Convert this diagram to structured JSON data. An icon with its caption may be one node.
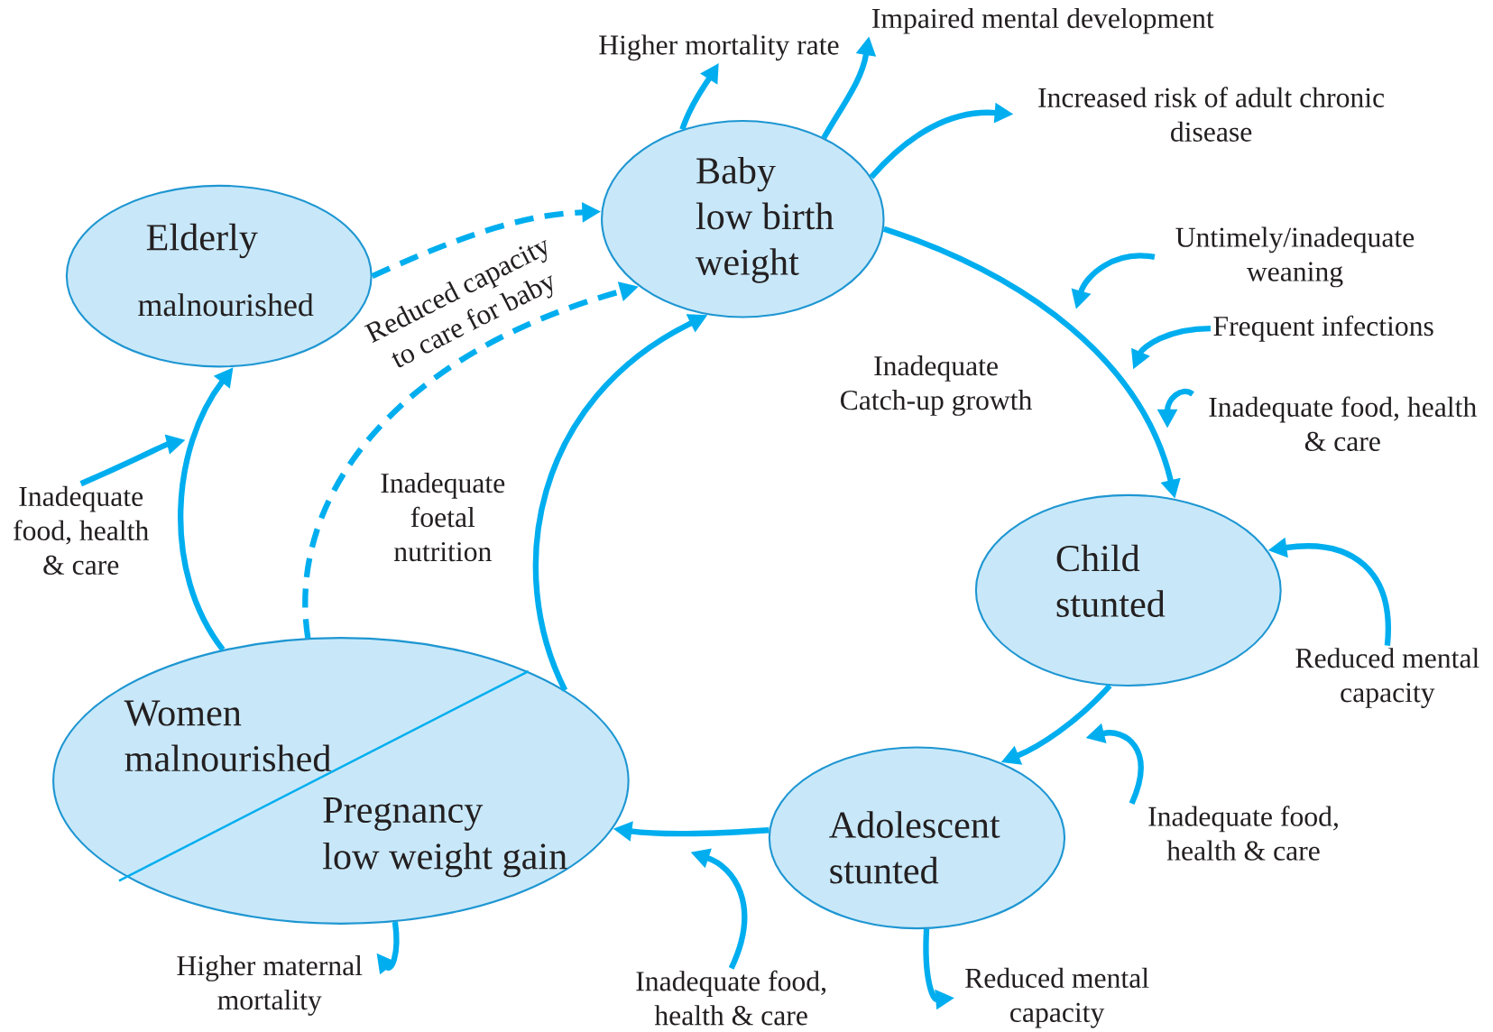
{
  "diagram": {
    "nodes": [
      {
        "text": [
          "Elderly",
          "malnourished"
        ]
      },
      {
        "text": [
          "Baby",
          "low birth weight"
        ]
      },
      {
        "text": [
          "Higher mortality rate"
        ]
      },
      {
        "text": [
          "Impaired mental development"
        ]
      },
      {
        "text": [
          "Increased risk of adult chronic disease"
        ]
      },
      {
        "text": [
          "Untimely/inadequate weaning"
        ]
      },
      {
        "text": [
          "Frequent infections"
        ]
      },
      {
        "text": [
          "Inadequate food, health & care"
        ]
      },
      {
        "text": [
          "Inadequate food, health & care"
        ]
      },
      {
        "text": [
          "Child stunted"
        ]
      },
      {
        "text": [
          "Reduced mental capacity"
        ]
      },
      {
        "text": [
          "Women malnourished",
          "Pregnancy",
          "low weight gain"
        ]
      },
      {
        "text": [
          "Adolescent stunted"
        ]
      },
      {
        "text": [
          "Inadequate food, health & care"
        ]
      },
      {
        "text": [
          "Higher maternal mortality"
        ]
      },
      {
        "text": [
          "Inadequate food, health & care"
        ]
      },
      {
        "text": [
          "Reduced mental capacity"
        ]
      }
    ],
    "edges": [
      {
        "from": 0,
        "to": 1,
        "arrow": "to",
        "style": "dashed"
      },
      {
        "from": 11,
        "to": 1,
        "arrow": "to",
        "style": "dashed"
      },
      {
        "from": 11,
        "to": 1,
        "arrow": "to"
      },
      {
        "from": 11,
        "to": 0,
        "arrow": "to"
      },
      {
        "from": 1,
        "to": 2,
        "arrow": "to"
      },
      {
        "from": 1,
        "to": 3,
        "arrow": "to"
      },
      {
        "from": 1,
        "to": 4,
        "arrow": "to"
      },
      {
        "from": 1,
        "to": 9,
        "arrow": "to"
      },
      {
        "from": 5,
        "to": null,
        "arrow": "to"
      },
      {
        "from": 6,
        "to": null,
        "arrow": "to"
      },
      {
        "from": 7,
        "to": null,
        "arrow": "to"
      },
      {
        "from": 10,
        "to": 9,
        "arrow": "to"
      },
      {
        "from": 9,
        "to": 12,
        "arrow": "to"
      },
      {
        "from": 13,
        "to": null,
        "arrow": "to"
      },
      {
        "from": 12,
        "to": 11,
        "arrow": "to"
      },
      {
        "from": 15,
        "to": null,
        "arrow": "to"
      },
      {
        "from": 12,
        "to": 16,
        "arrow": "to"
      },
      {
        "from": 11,
        "to": 14,
        "arrow": "to"
      },
      {
        "from": 8,
        "to": null,
        "arrow": "to"
      }
    ],
    "labels": [
      "Reduced capacity to care for baby",
      "Inadequate foetal nutrition",
      "Inadequate Catch-up growth"
    ]
  }
}
